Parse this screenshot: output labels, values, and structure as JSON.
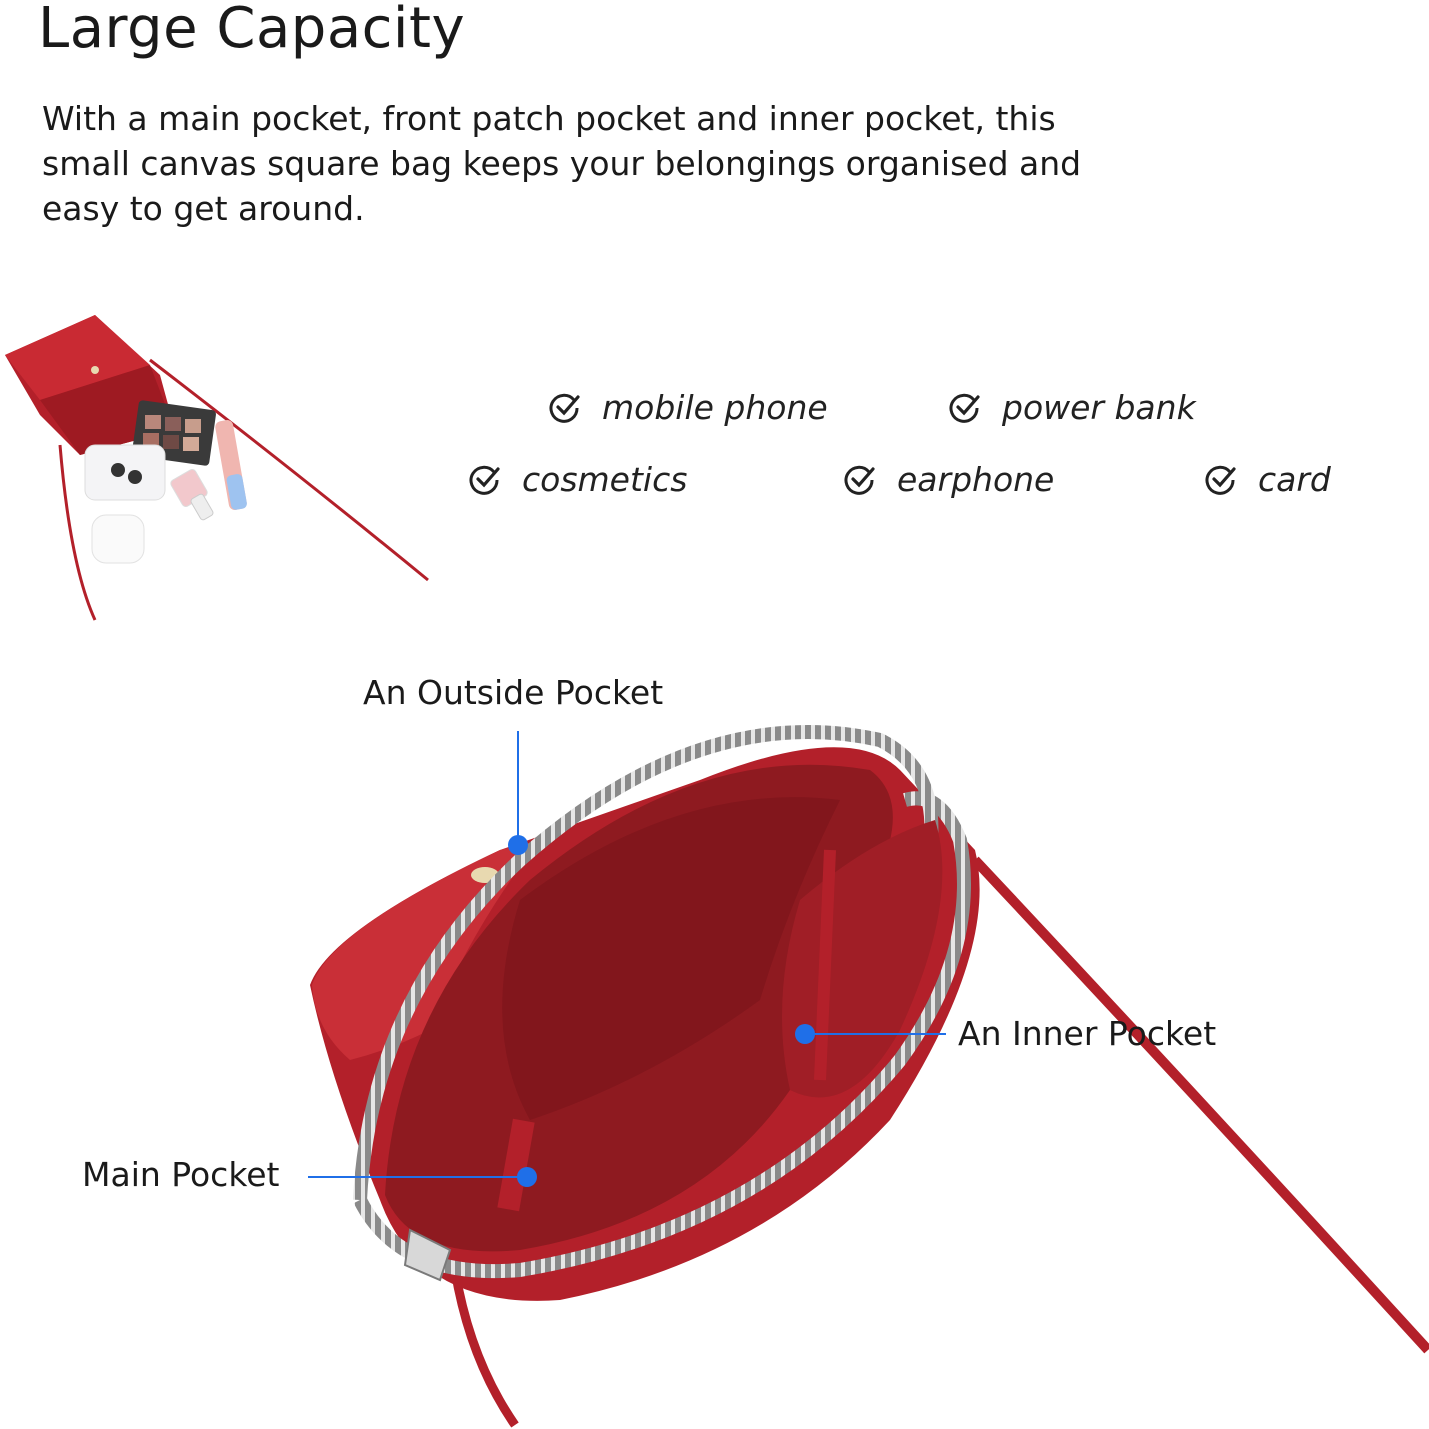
{
  "header": {
    "title": "Large Capacity",
    "description": "With a main pocket, front patch pocket and inner pocket, this small canvas square bag keeps your belongings organised and easy to get around."
  },
  "features": [
    {
      "label": "mobile phone",
      "icon": "check-circle-icon"
    },
    {
      "label": "power bank",
      "icon": "check-circle-icon"
    },
    {
      "label": "cosmetics",
      "icon": "check-circle-icon"
    },
    {
      "label": "earphone",
      "icon": "check-circle-icon"
    },
    {
      "label": "card",
      "icon": "check-circle-icon"
    }
  ],
  "callouts": {
    "outside": "An Outside Pocket",
    "inner": "An Inner Pocket",
    "main": "Main Pocket"
  },
  "colors": {
    "bag_red": "#b3202a",
    "lining_red": "#8e1a20",
    "marker_blue": "#1f6fe8",
    "zipper_silver": "#c9c9c9"
  }
}
